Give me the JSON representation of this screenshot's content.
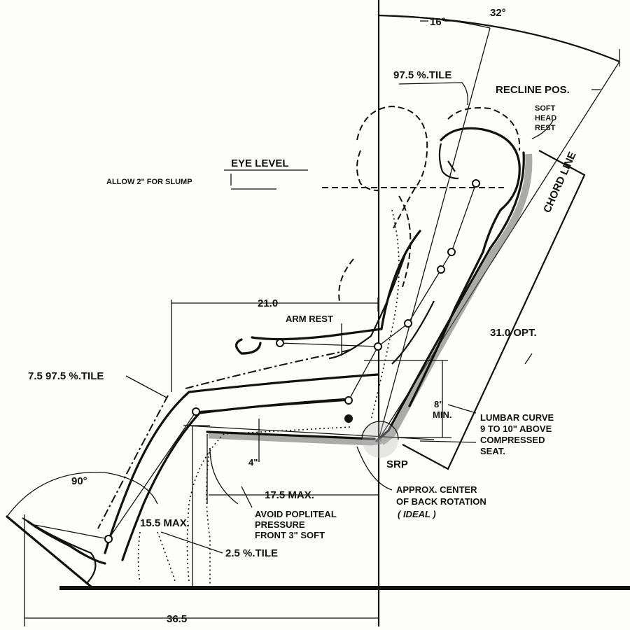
{
  "labels": {
    "angle_16": "16°",
    "angle_32": "32°",
    "percentile_975_top": "97.5 %.TILE",
    "recline_pos": "RECLINE POS.",
    "soft": "SOFT",
    "head": "HEAD",
    "rest": "REST",
    "chord_line": "CHORD LINE",
    "eye_level": "EYE LEVEL",
    "allow_slump": "ALLOW 2\" FOR SLUMP",
    "dim_21": "21.0",
    "arm_rest": "ARM REST",
    "dim_31": "31.0 OPT.",
    "percentile_975_left": "7.5  97.5 %.TILE",
    "dim_8": "8\"",
    "min": "MIN.",
    "lumbar_1": "LUMBAR CURVE",
    "lumbar_2": "9 TO 10\" ABOVE",
    "lumbar_3": "COMPRESSED",
    "lumbar_4": "SEAT.",
    "angle_90": "90°",
    "dim_4": "4\"",
    "srp": "SRP",
    "dim_175": "17.5 MAX.",
    "approx_1": "APPROX. CENTER",
    "approx_2": "OF BACK ROTATION",
    "approx_3": "( IDEAL )",
    "avoid_1": "AVOID POPLITEAL",
    "avoid_2": "PRESSURE",
    "avoid_3": "FRONT 3\" SOFT",
    "dim_155": "15.5 MAX.",
    "percentile_25": "2.5 %.TILE",
    "dim_365": "36.5"
  }
}
